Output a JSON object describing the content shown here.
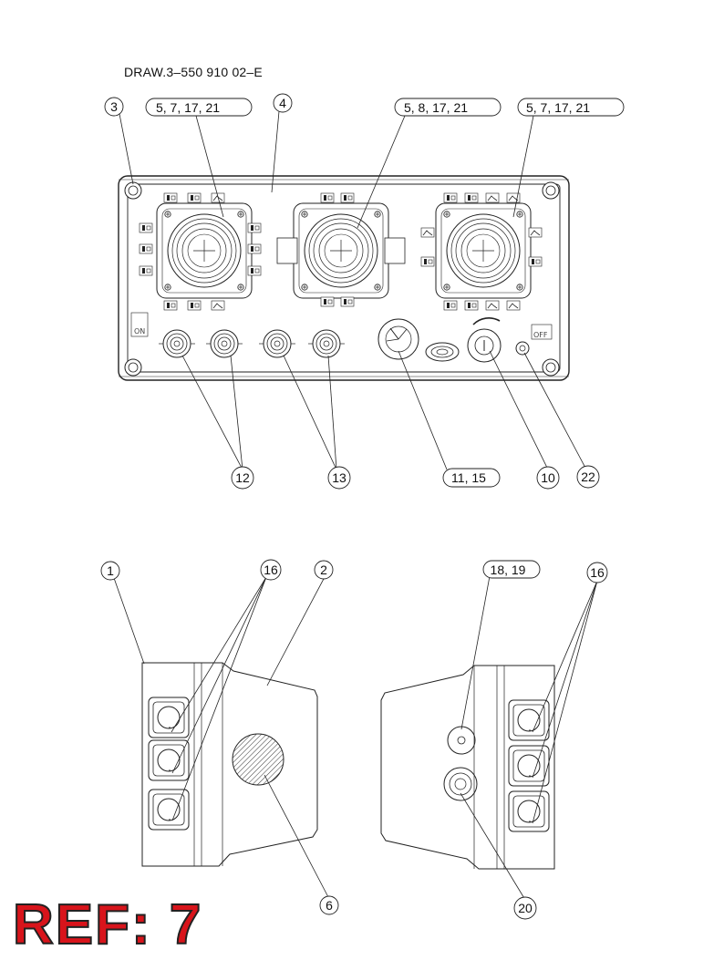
{
  "drawing": {
    "number": "DRAW.3–550 910 02–E",
    "ref_label": "REF: 7"
  },
  "callouts": {
    "c3": "3",
    "c5_7_17_21_left": "5, 7, 17, 21",
    "c4": "4",
    "c5_8_17_21": "5, 8, 17, 21",
    "c5_7_17_21_right": "5, 7, 17, 21",
    "c12": "12",
    "c13": "13",
    "c11_15": "11, 15",
    "c10": "10",
    "c22": "22",
    "c1": "1",
    "c16_left": "16",
    "c2": "2",
    "c18_19": "18, 19",
    "c16_right": "16",
    "c6": "6",
    "c20": "20"
  },
  "panel_labels": {
    "on": "ON",
    "off": "OFF"
  },
  "colors": {
    "line": "#222222",
    "ref_text": "#d8141b"
  }
}
